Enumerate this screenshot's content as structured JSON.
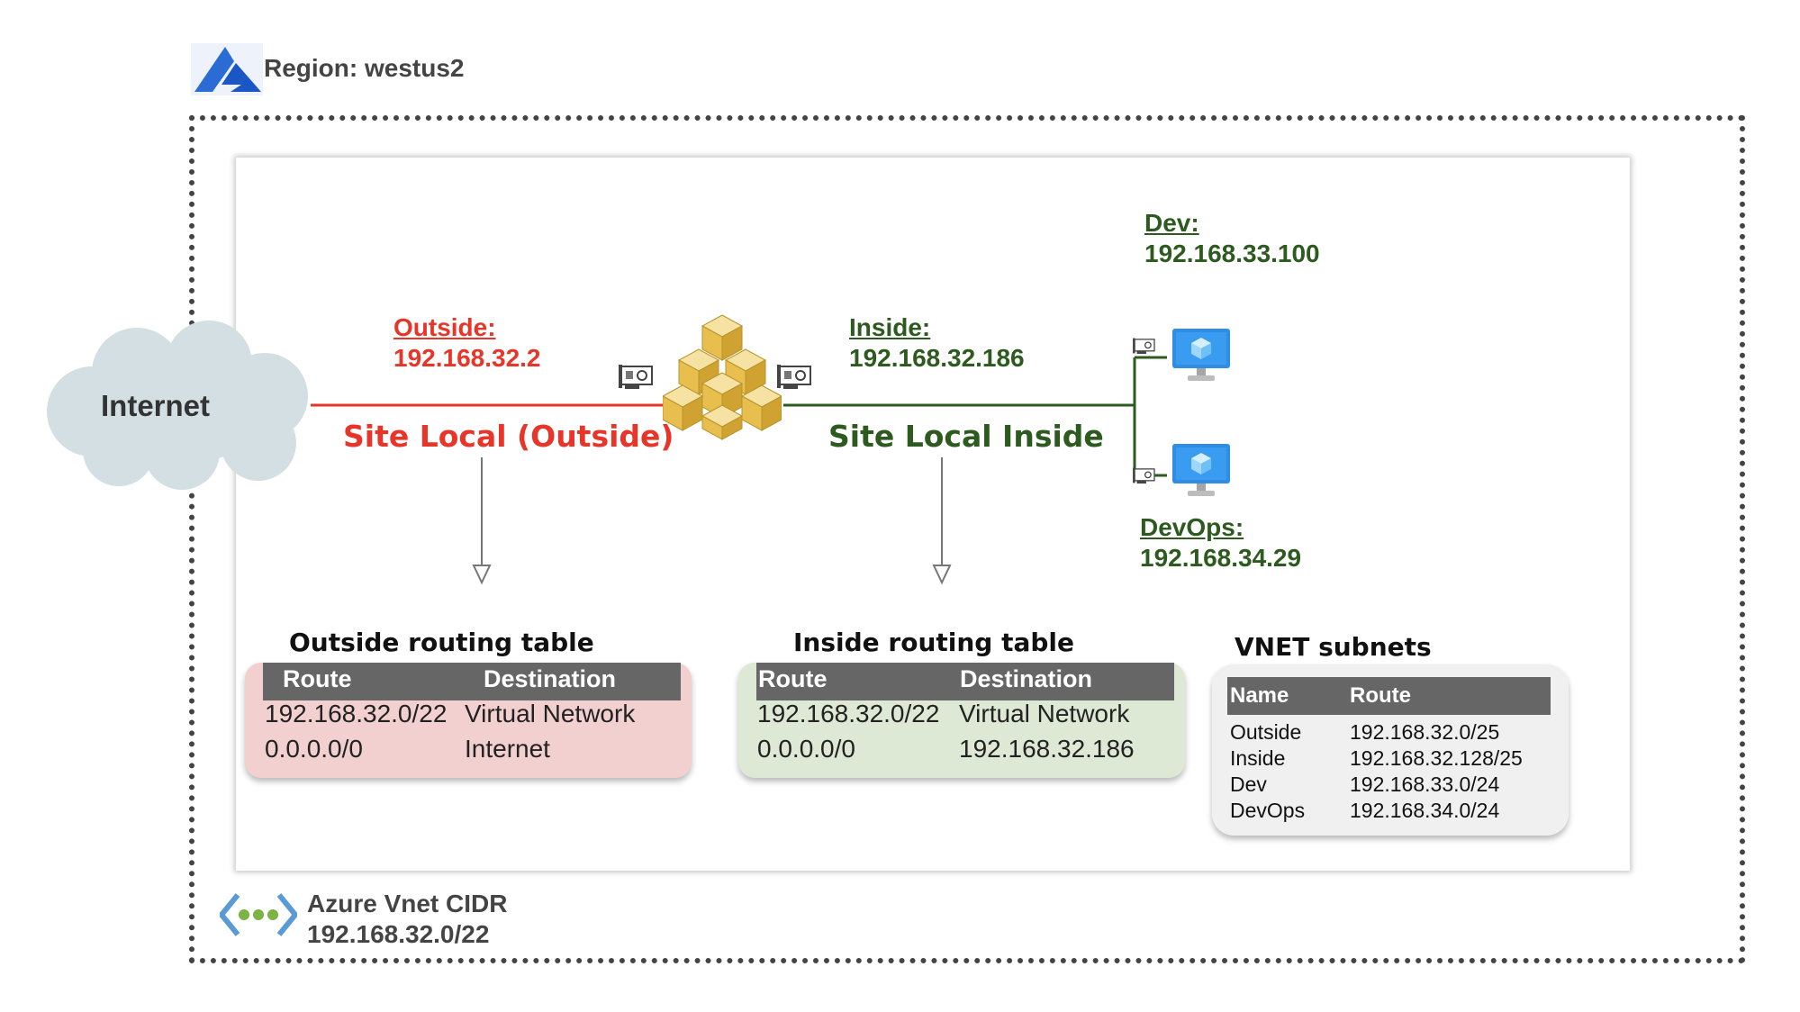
{
  "region": {
    "label": "Region: westus2"
  },
  "internet": {
    "label": "Internet"
  },
  "outside_nic": {
    "title": "Outside:",
    "ip": "192.168.32.2"
  },
  "inside_nic": {
    "title": "Inside:",
    "ip": "192.168.32.186"
  },
  "dev": {
    "title": "Dev:",
    "ip": "192.168.33.100"
  },
  "devops": {
    "title": "DevOps:",
    "ip": "192.168.34.29"
  },
  "segments": {
    "outside": "Site Local (Outside)",
    "inside": "Site Local Inside"
  },
  "outside_table": {
    "title": "Outside routing table",
    "headers": [
      "Route",
      "Destination"
    ],
    "rows": [
      [
        "192.168.32.0/22",
        "Virtual Network"
      ],
      [
        "0.0.0.0/0",
        "Internet"
      ]
    ]
  },
  "inside_table": {
    "title": "Inside routing table",
    "headers": [
      "Route",
      "Destination"
    ],
    "rows": [
      [
        "192.168.32.0/22",
        "Virtual Network"
      ],
      [
        "0.0.0.0/0",
        "192.168.32.186"
      ]
    ]
  },
  "vnet_subnets": {
    "title": "VNET subnets",
    "headers": [
      "Name",
      "Route"
    ],
    "rows": [
      [
        "Outside",
        "192.168.32.0/25"
      ],
      [
        "Inside",
        "192.168.32.128/25"
      ],
      [
        "Dev",
        "192.168.33.0/24"
      ],
      [
        "DevOps",
        "192.168.34.0/24"
      ]
    ]
  },
  "vnet_cidr": {
    "title": "Azure Vnet CIDR",
    "value": "192.168.32.0/22"
  },
  "colors": {
    "outside": "#e8352a",
    "inside": "#2d5a1e",
    "outside_table_bg": "#f2d0d0",
    "inside_table_bg": "#dde9d4",
    "vnet_table_bg": "#f0f0f0",
    "header_bg": "#666666",
    "cloud": "#d3dfe3",
    "azure_blue": "#2b6bd6"
  },
  "icons": [
    "azure-logo-icon",
    "cloud-icon",
    "nva-cubes-icon",
    "nic-card-icon",
    "vm-monitor-icon",
    "vnet-peering-icon"
  ]
}
